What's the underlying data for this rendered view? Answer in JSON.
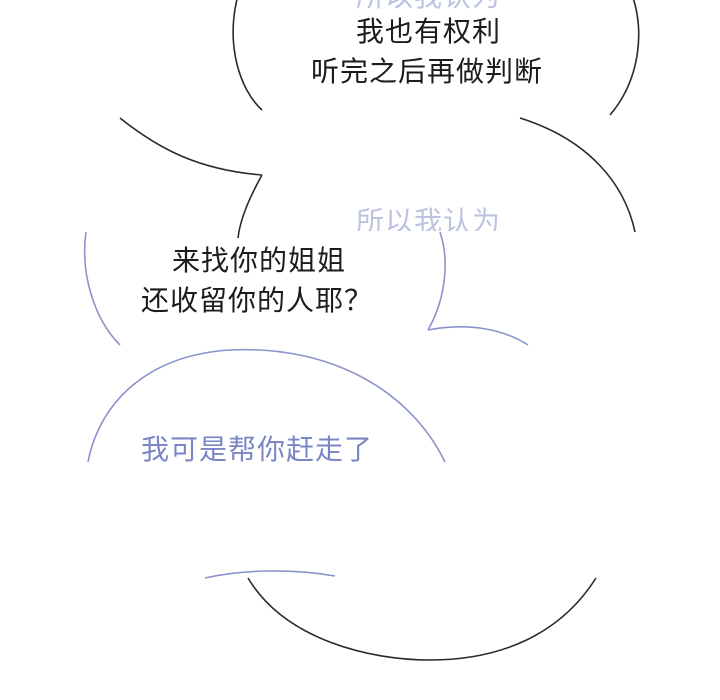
{
  "colors": {
    "dark_text": "#1c1c1c",
    "blue_text": "#7b86c4",
    "dark_outline": "#2a2a2a",
    "blue_outline": "#8a93cc",
    "background": "#ffffff"
  },
  "bubbles": {
    "top": {
      "partial_line": "所以我认为",
      "line_1": "我也有权利",
      "line_2": "听完之后再做判断"
    },
    "middle_right": {
      "line_1": "所以我认为"
    },
    "middle_left": {
      "line_1": "来找你的姐姐",
      "line_2": "还收留你的人耶？"
    },
    "lower_left": {
      "line_1": "我可是帮你赶走了"
    }
  }
}
